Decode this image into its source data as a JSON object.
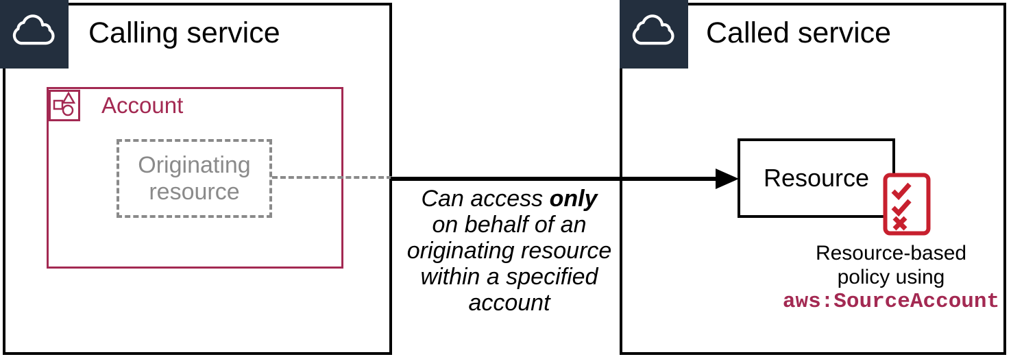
{
  "colors": {
    "dark_navy": "#232f3e",
    "crimson": "#a32952",
    "red": "#c7202e",
    "gray": "#8a8a8a",
    "black": "#000000"
  },
  "calling_service": {
    "title": "Calling service",
    "account": {
      "label": "Account",
      "originating_resource": {
        "line1": "Originating",
        "line2": "resource"
      }
    }
  },
  "arrow_caption": {
    "line1_regular": "Can access ",
    "line1_bold": "only",
    "line2": "on behalf of an",
    "line3": "originating resource",
    "line4": "within a specified",
    "line5": "account"
  },
  "called_service": {
    "title": "Called service",
    "resource": {
      "label": "Resource"
    },
    "policy_caption": {
      "line1": "Resource-based",
      "line2": "policy using",
      "code": "aws:SourceAccount"
    }
  },
  "icons": {
    "calling_cloud": "cloud-icon",
    "called_cloud": "cloud-icon",
    "account": "account-shapes-icon",
    "policy": "policy-checklist-icon"
  }
}
